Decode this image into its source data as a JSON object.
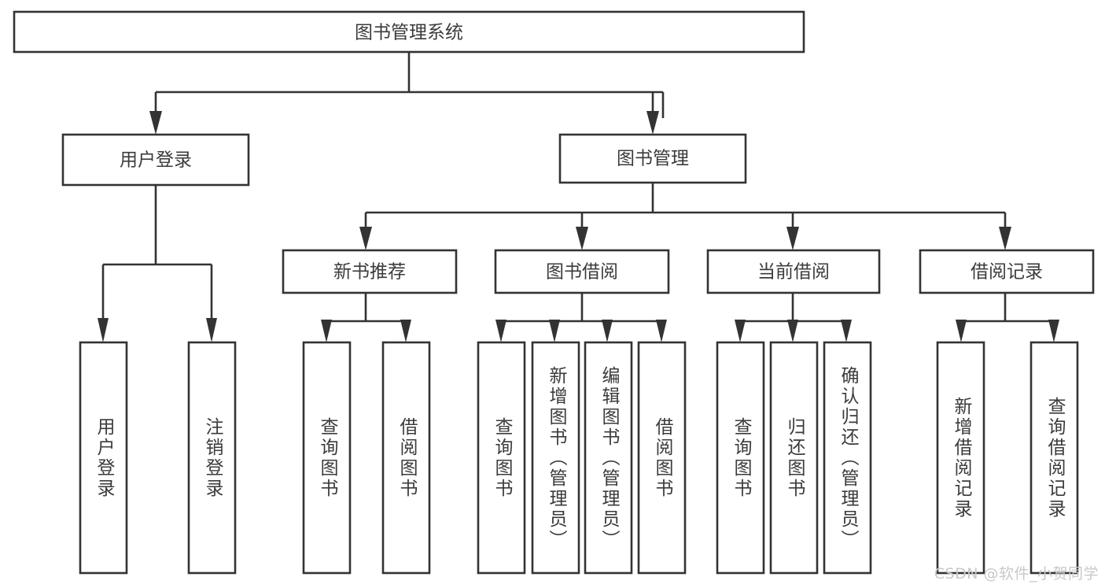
{
  "diagram": {
    "type": "tree-hierarchy-flowchart",
    "title": "图书管理系统",
    "orientation": "top-down",
    "watermark": "CSDN @软件_小贺同学",
    "colors": {
      "box_fill": "#ffffff",
      "box_stroke": "#333333",
      "text": "#3b3b3b",
      "background": "#ffffff",
      "watermark": "#c9c9c9"
    },
    "levels": {
      "level1": "系统根节点",
      "level2": "一级模块",
      "level3": "二级模块",
      "level4": "功能叶节点"
    },
    "nodes": {
      "root": {
        "id": "root",
        "label": "图书管理系统",
        "orientation": "horizontal"
      },
      "level2": [
        {
          "id": "user-login",
          "label": "用户登录",
          "orientation": "horizontal"
        },
        {
          "id": "book-manage",
          "label": "图书管理",
          "orientation": "horizontal"
        }
      ],
      "level3": [
        {
          "id": "new-book-recommend",
          "label": "新书推荐",
          "orientation": "horizontal",
          "parent": "book-manage"
        },
        {
          "id": "book-borrow",
          "label": "图书借阅",
          "orientation": "horizontal",
          "parent": "book-manage"
        },
        {
          "id": "current-borrow",
          "label": "当前借阅",
          "orientation": "horizontal",
          "parent": "book-manage"
        },
        {
          "id": "borrow-record",
          "label": "借阅记录",
          "orientation": "horizontal",
          "parent": "book-manage"
        }
      ],
      "leaves": [
        {
          "id": "leaf-user-login",
          "label": "用户登录",
          "orientation": "vertical",
          "parent": "user-login"
        },
        {
          "id": "leaf-logout",
          "label": "注销登录",
          "orientation": "vertical",
          "parent": "user-login"
        },
        {
          "id": "leaf-query-book-1",
          "label": "查询图书",
          "orientation": "vertical",
          "parent": "new-book-recommend"
        },
        {
          "id": "leaf-borrow-book-1",
          "label": "借阅图书",
          "orientation": "vertical",
          "parent": "new-book-recommend"
        },
        {
          "id": "leaf-query-book-2",
          "label": "查询图书",
          "orientation": "vertical",
          "parent": "book-borrow"
        },
        {
          "id": "leaf-add-book",
          "label": "新增图书（管理员）",
          "orientation": "vertical",
          "parent": "book-borrow"
        },
        {
          "id": "leaf-edit-book",
          "label": "编辑图书（管理员）",
          "orientation": "vertical",
          "parent": "book-borrow"
        },
        {
          "id": "leaf-borrow-book-2",
          "label": "借阅图书",
          "orientation": "vertical",
          "parent": "book-borrow"
        },
        {
          "id": "leaf-query-book-3",
          "label": "查询图书",
          "orientation": "vertical",
          "parent": "current-borrow"
        },
        {
          "id": "leaf-return-book",
          "label": "归还图书",
          "orientation": "vertical",
          "parent": "current-borrow"
        },
        {
          "id": "leaf-confirm-return",
          "label": "确认归还（管理员）",
          "orientation": "vertical",
          "parent": "current-borrow"
        },
        {
          "id": "leaf-add-record",
          "label": "新增借阅记录",
          "orientation": "vertical",
          "parent": "borrow-record"
        },
        {
          "id": "leaf-query-record",
          "label": "查询借阅记录",
          "orientation": "vertical",
          "parent": "borrow-record"
        }
      ]
    }
  }
}
